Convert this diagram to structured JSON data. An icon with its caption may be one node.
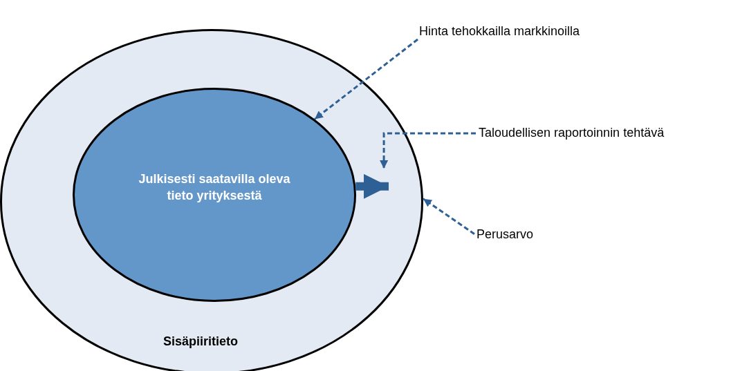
{
  "diagram": {
    "nodes": [
      {
        "text": [
          "Sisäpiiritieto"
        ]
      },
      {
        "text": [
          "Julkisesti saatavilla oleva tieto yrityksestä"
        ],
        "in": 0
      },
      {
        "text": [
          "Hinta tehokkailla markkinoilla"
        ]
      },
      {
        "text": [
          "Taloudellisen raportoinnin tehtävä"
        ]
      },
      {
        "text": [
          "Perusarvo"
        ]
      }
    ],
    "edges": [
      {
        "from": 2,
        "to": 1,
        "arrow": "to",
        "style": "dashed"
      },
      {
        "from": 3,
        "to": 0,
        "arrow": "to",
        "style": "dashed"
      },
      {
        "from": 4,
        "to": 0,
        "arrow": "to",
        "style": "dashed"
      },
      {
        "from": 1,
        "to": null,
        "arrow": "to",
        "style": "thick"
      }
    ]
  }
}
